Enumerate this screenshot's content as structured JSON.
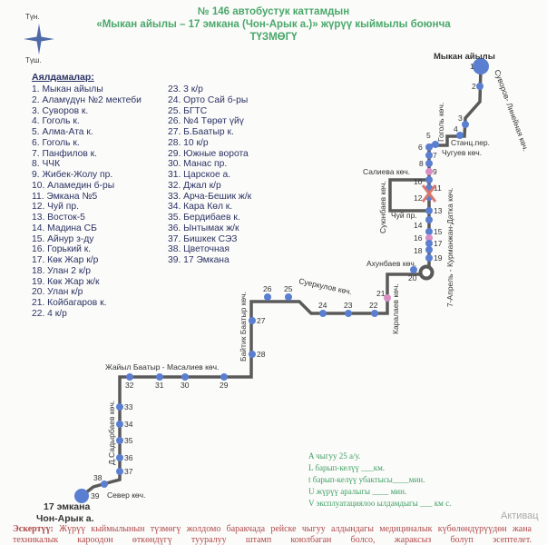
{
  "header": {
    "line1": "№ 146 автобустук каттамдын",
    "line2": "«Мыкан айылы – 17 эмкана (Чон-Арык а.)» жүрүү кыймылы боюнча",
    "line3": "ТҮЗМӨГҮ"
  },
  "compass": {
    "north": "Түн.",
    "south": "Түш."
  },
  "legend": {
    "title": "Аялдамалар:",
    "stops": [
      "1. Мыкан айылы",
      "2. Аламүдүн №2 мектеби",
      "3. Суворов к.",
      "4. Гоголь к.",
      "5. Алма-Ата к.",
      "6. Гоголь к.",
      "7. Панфилов к.",
      "8. ЧЧК",
      "9. Жибек-Жолу пр.",
      "10. Аламедин б-ры",
      "11. Эмкана №5",
      "12. Чуй пр.",
      "13. Восток-5",
      "14. Мадина СБ",
      "15. Айнур з-ду",
      "16. Горький к.",
      "17. Көк Жар к/р",
      "18. Улан  2 к/р",
      "19. Көк Жар ж/к",
      "20. Улан к/р",
      "21. Койбагаров к.",
      "22. 4 к/р",
      "23.  3 к/р",
      "24. Орто Сай б-ры",
      "25.  БГТС",
      "26.  №4 Төрөт үйү",
      "27. Б.Баатыр к.",
      "28. 10 к/р",
      "29. Южные ворота",
      "30. Манас пр.",
      "31. Царское а.",
      "32. Джал к/р",
      "33. Арча-Бешик ж/к",
      "34. Кара Көл к.",
      "35. Бердибаев к.",
      "36. Ынтымак ж/к",
      "37. Бишкек СЭЗ",
      "38. Цветочная",
      "39. 17 Эмкана"
    ]
  },
  "map": {
    "start_label": "Мыкан айылы",
    "end_label_1": "17 эмкана",
    "end_label_2": "Чон-Арык а.",
    "streets": {
      "suvorov": "Суворов- Линейная көч.",
      "gogol": "Гоголь көч.",
      "stanc": "Станц.пер.",
      "chuguev": "Чугуев көч.",
      "salieva": "Салиева көч.",
      "suyunbaev": "Суюнбаев көч.",
      "chuy": "Чуй пр.",
      "kurmanjan": "7-Апрель - Курманжан-Датка көч.",
      "akhunbaev": "Ахунбаев көч.",
      "karalaev": "Каралаев көч.",
      "suerkulov": "Суеркулов көч.",
      "baytik": "Байтик Баатыр көч.",
      "jayil": "Жайыл Баатыр  - Масалиев көч.",
      "sadyrbaev": "Д.Садырбаев көч.",
      "sever": "Севeр көч."
    },
    "stop_numbers": [
      "1",
      "2",
      "3",
      "4",
      "5",
      "6",
      "7",
      "8",
      "9",
      "10",
      "11",
      "12",
      "13",
      "14",
      "15",
      "16",
      "17",
      "18",
      "19",
      "20",
      "21",
      "22",
      "23",
      "24",
      "25",
      "26",
      "27",
      "28",
      "29",
      "30",
      "31",
      "32",
      "33",
      "34",
      "35",
      "36",
      "37",
      "38",
      "39"
    ],
    "colors": {
      "route": "#5a5a5a",
      "stop": "#5b7fd0",
      "special_stop": "#d98fc4",
      "closed": "#d9776e"
    }
  },
  "info": {
    "a": "A чыгуу   25   а/у.",
    "l": "L барып-келүү ___км.",
    "t": "t барып-келүү убактысы____мин.",
    "u": "U жүрүү аралыгы ____      мин.",
    "v": "V эксплуатациялоо ылдамдыгы ___ км с."
  },
  "note": {
    "label": "Эскертүү:",
    "text": " Жүрүү кыймылынын түзмөгү жолдомо баракчада рейске чыгуу алдындагы медициналык күбөлөндүрүүдөн жана техникалык кароодон өткөндүгү тууралуу штамп коюлбаган болсо, жараксыз болуп эсептелет."
  },
  "watermark": "Активац"
}
